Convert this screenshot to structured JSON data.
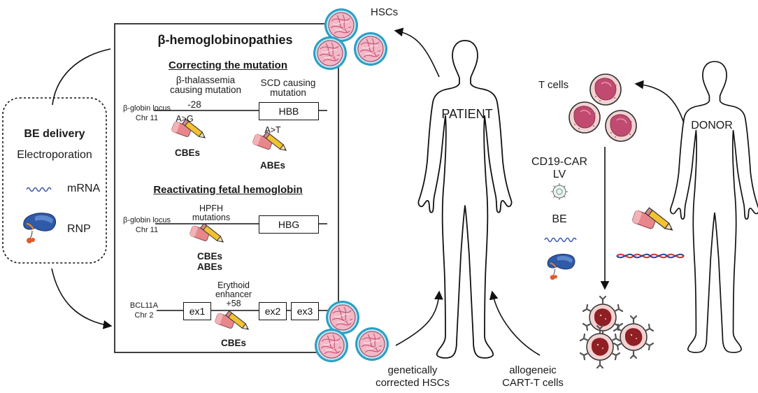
{
  "delivery": {
    "title": "BE delivery",
    "method": "Electroporation",
    "mrna_label": "mRNA",
    "rnp_label": "RNP"
  },
  "panel": {
    "title": "β-hemoglobinopathies",
    "correcting": {
      "heading": "Correcting the mutation",
      "bthal_label_line1": "β-thalassemia",
      "bthal_label_line2": "causing mutation",
      "scd_label_line1": "SCD causing",
      "scd_label_line2": "mutation",
      "locus_line1": "β-globin locus",
      "locus_line2": "Chr 11",
      "position": "-28",
      "gene": "HBB",
      "edit1": "A>G",
      "edit2": "A>T",
      "editor1": "CBEs",
      "editor2": "ABEs"
    },
    "fetal": {
      "heading": "Reactivating fetal hemoglobin",
      "locus_line1": "β-globin locus",
      "locus_line2": "Chr 11",
      "hpfh_line1": "HPFH",
      "hpfh_line2": "mutations",
      "gene": "HBG",
      "editor1": "CBEs",
      "editor2": "ABEs"
    },
    "bcl11a": {
      "locus_line1": "BCL11A",
      "locus_line2": "Chr 2",
      "enhancer_line1": "Erythoid",
      "enhancer_line2": "enhancer",
      "enhancer_line3": "+58",
      "exons": [
        "ex1",
        "ex2",
        "ex3"
      ],
      "editor": "CBEs"
    }
  },
  "cells": {
    "hscs_label": "HSCs",
    "tcells_label": "T cells",
    "corrected_line1": "genetically",
    "corrected_line2": "corrected HSCs",
    "cart_line1": "allogeneic",
    "cart_line2": "CART-T cells"
  },
  "people": {
    "patient_label": "PATIENT",
    "donor_label": "DONOR"
  },
  "middle": {
    "car_line1": "CD19-CAR",
    "car_line2": "LV",
    "be_label": "BE"
  },
  "colors": {
    "hsc_outer": "#2a9fc4",
    "hsc_inner": "#f2b8c6",
    "hsc_fiber": "#c94d78",
    "tcell_body": "#f0c8c8",
    "tcell_nucleus": "#c14b70",
    "cart_nucleus": "#8f1f25",
    "eraser": "#e8868c",
    "pencil": "#f2c230",
    "mrna": "#3b56a8",
    "rnp": "#2f5aa8"
  },
  "icons": [
    "pencil-icon",
    "eraser-icon",
    "mrna-icon",
    "rnp-icon",
    "lentivirus-icon",
    "dna-icon",
    "human-figure-icon"
  ]
}
